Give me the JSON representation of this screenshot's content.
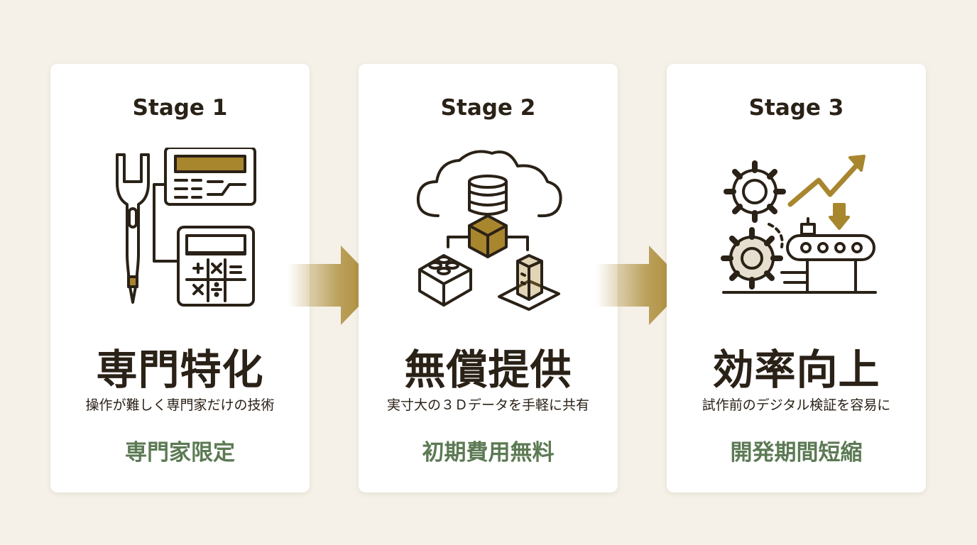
{
  "stages": [
    {
      "label": "Stage 1",
      "title": "専門特化",
      "description": "操作が難しく専門家だけの技術",
      "tag": "専門家限定"
    },
    {
      "label": "Stage 2",
      "title": "無償提供",
      "description": "実寸大の３Ｄデータを手軽に共有",
      "tag": "初期費用無料"
    },
    {
      "label": "Stage 3",
      "title": "効率向上",
      "description": "試作前のデジタル検証を容易に",
      "tag": "開発期間短縮"
    }
  ],
  "icons": [
    "wrench-calculator-icon",
    "cloud-data-blocks-icon",
    "gear-conveyor-growth-icon"
  ],
  "colors": {
    "background": "#f5f1e8",
    "accent": "#a8862e",
    "tag": "#5c7a54",
    "text": "#2a2117"
  }
}
